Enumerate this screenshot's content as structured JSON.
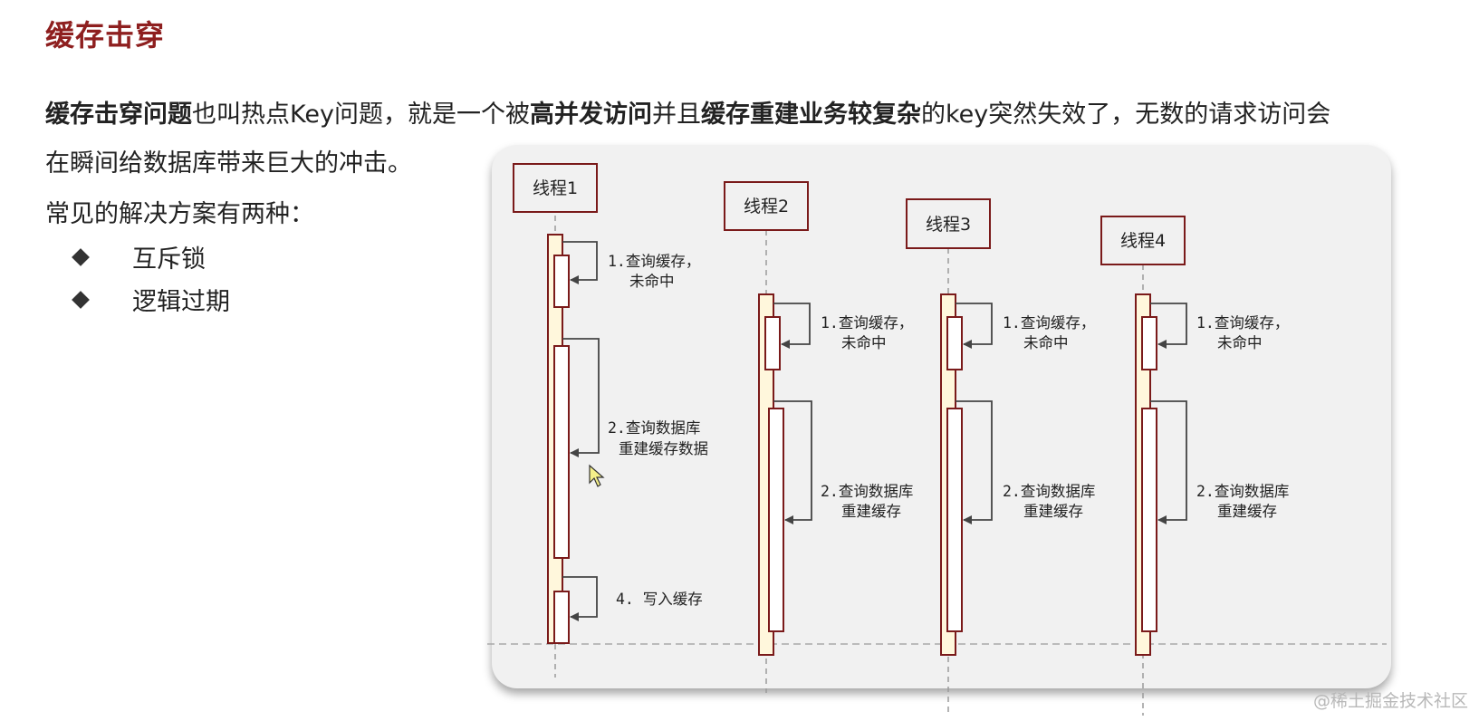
{
  "title": "缓存击穿",
  "intro": {
    "p1": "缓存击穿问题",
    "p2": "也叫热点Key问题，就是一个被",
    "p3": "高并发访问",
    "p4": "并且",
    "p5": "缓存重建业务较复杂",
    "p6": "的key突然失效了，无数的请求访问会",
    "p7": "在瞬间给数据库带来巨大的冲击。"
  },
  "solutions_heading": "常见的解决方案有两种：",
  "solutions": [
    "互斥锁",
    "逻辑过期"
  ],
  "diagram": {
    "threads": [
      {
        "name": "线程1",
        "steps": [
          "1.查询缓存，",
          "未命中",
          "2.查询数据库",
          "重建缓存数据",
          "4. 写入缓存"
        ]
      },
      {
        "name": "线程2",
        "steps": [
          "1.查询缓存，",
          "未命中",
          "2.查询数据库",
          "重建缓存"
        ]
      },
      {
        "name": "线程3",
        "steps": [
          "1.查询缓存，",
          "未命中",
          "2.查询数据库",
          "重建缓存"
        ]
      },
      {
        "name": "线程4",
        "steps": [
          "1.查询缓存，",
          "未命中",
          "2.查询数据库",
          "重建缓存"
        ]
      }
    ],
    "colors": {
      "box_border": "#7a1a1a",
      "activation_fill": "#fff7dc",
      "arrow": "#444444",
      "dash": "#9a9a9a"
    }
  },
  "watermark": "@稀土掘金技术社区"
}
